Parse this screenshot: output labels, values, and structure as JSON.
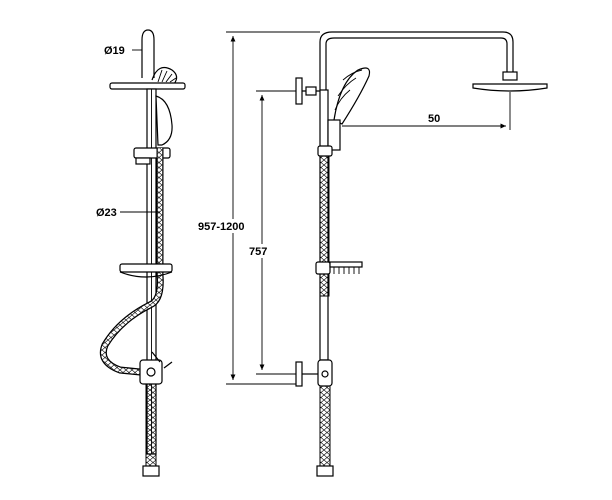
{
  "dimensions": {
    "diam_top": "Ø19",
    "diam_hose": "Ø23",
    "total_height": "957-1200",
    "rail_height": "757",
    "arm_reach": "50"
  },
  "colors": {
    "line": "#000000",
    "background": "#ffffff"
  }
}
